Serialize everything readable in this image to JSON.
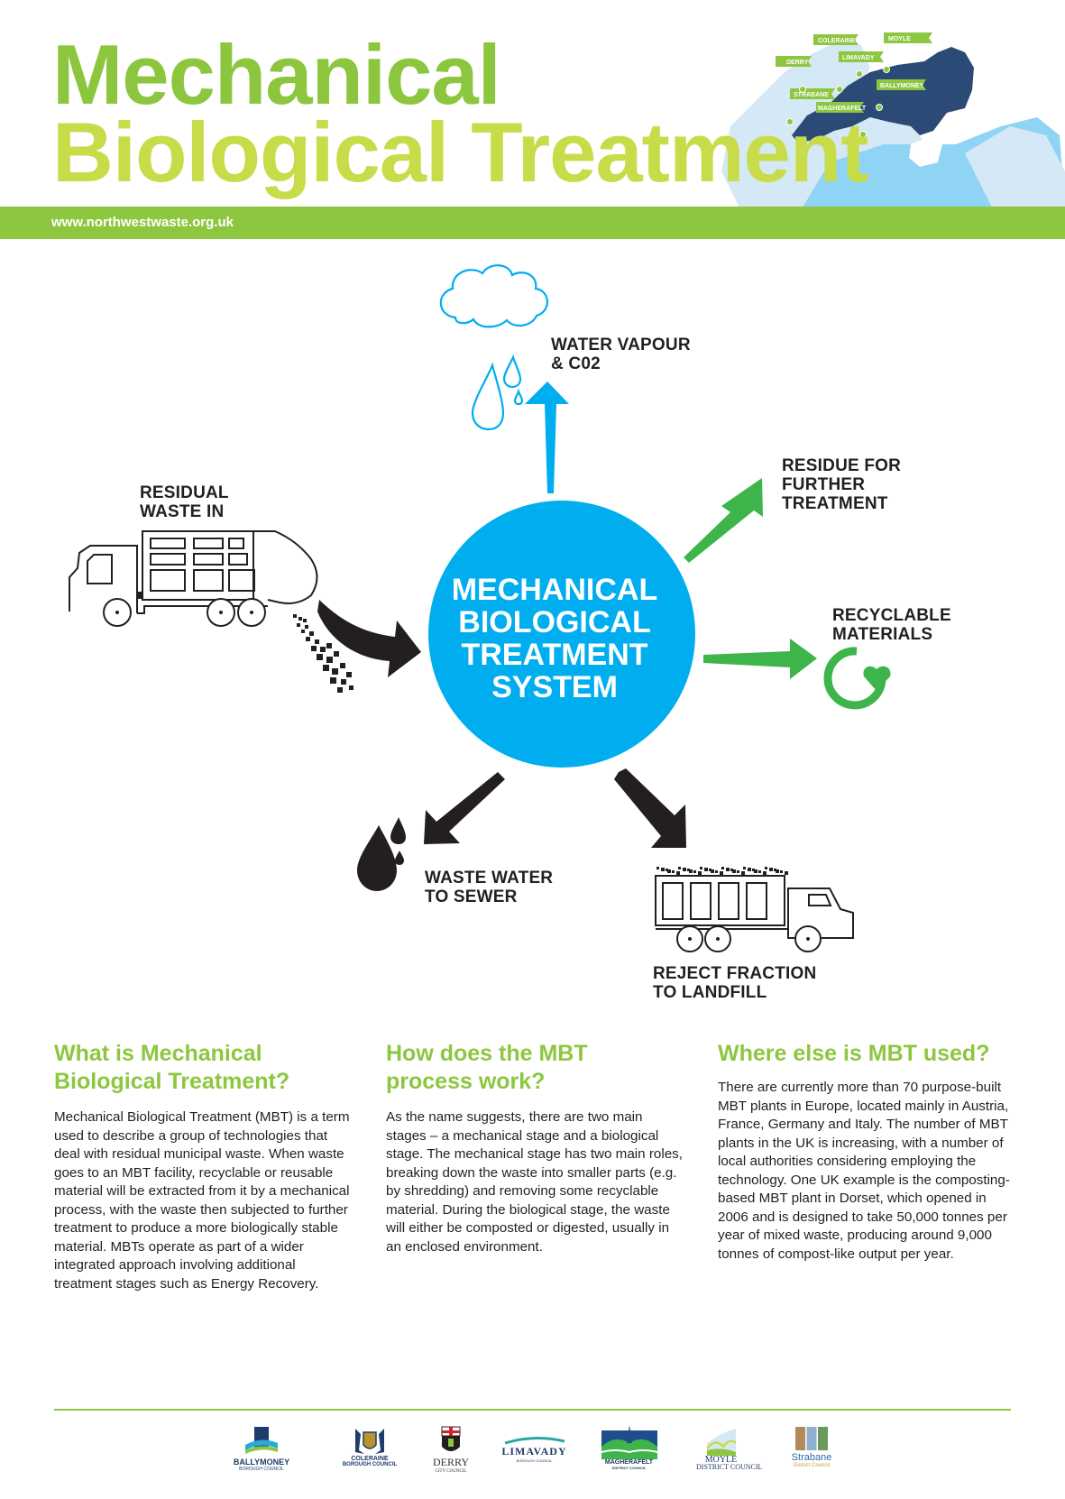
{
  "header": {
    "title_line1": "Mechanical",
    "title_line2": "Biological Treatment",
    "url": "www.northwestwaste.org.uk",
    "map_labels": [
      "COLERAINE",
      "MOYLE",
      "DERRY",
      "LIMAVADY",
      "BALLYMONEY",
      "STRABANE",
      "MAGHERAFELT"
    ]
  },
  "diagram": {
    "center": [
      "MECHANICAL",
      "BIOLOGICAL",
      "TREATMENT",
      "SYSTEM"
    ],
    "residual_in": [
      "RESIDUAL",
      "WASTE IN"
    ],
    "water_vapour": [
      "WATER VAPOUR",
      "& C02"
    ],
    "residue": [
      "RESIDUE FOR",
      "FURTHER",
      "TREATMENT"
    ],
    "recyclable": [
      "RECYCLABLE",
      "MATERIALS"
    ],
    "waste_water": [
      "WASTE WATER",
      "TO SEWER"
    ],
    "reject": [
      "REJECT FRACTION",
      "TO LANDFILL"
    ]
  },
  "colors": {
    "green_dark": "#8cc63e",
    "green_light": "#c8dc4a",
    "bar_green": "#8dc63f",
    "arrow_green": "#3db54a",
    "blue": "#00adef",
    "map_navy": "#2b4a75",
    "map_light": "#cfe6f5",
    "map_sea": "#8dd3f4"
  },
  "sections": [
    {
      "heading": [
        "What is Mechanical",
        "Biological Treatment?"
      ],
      "body": "Mechanical Biological Treatment (MBT) is a term used to describe a group of technologies that deal with residual municipal waste. When waste goes to an MBT facility, recyclable or reusable material will be extracted from it by a mechanical process, with the waste then subjected to further treatment to produce a more biologically stable material. MBTs operate as part of a wider integrated approach involving additional treatment stages such as Energy Recovery."
    },
    {
      "heading": [
        "How does the MBT",
        "process work?"
      ],
      "body": "As the name suggests, there are two main stages – a mechanical stage and a biological stage. The mechanical stage has two main roles, breaking down the waste into smaller parts (e.g. by shredding) and removing some recyclable material. During the biological stage, the waste will either be composted or digested, usually in an enclosed environment."
    },
    {
      "heading": [
        "Where else is MBT used?"
      ],
      "body": "There are currently more than 70 purpose-built MBT plants in Europe, located mainly in Austria, France, Germany and Italy. The number of MBT plants in the UK is increasing, with a number of local authorities considering employing the technology. One UK example is the composting-based MBT plant in Dorset, which opened in 2006 and is designed to take 50,000 tonnes per year of mixed waste, producing around 9,000 tonnes of compost-like output per year."
    }
  ],
  "footer": {
    "logos": [
      {
        "name": "BALLYMONEY",
        "sub": "BOROUGH COUNCIL"
      },
      {
        "name": "COLERAINE",
        "sub": "BOROUGH COUNCIL"
      },
      {
        "name": "DERRY",
        "sub": "CITY COUNCIL"
      },
      {
        "name": "LIMAVADY",
        "sub": "BOROUGH COUNCIL"
      },
      {
        "name": "MAGHERAFELT",
        "sub": "DISTRICT COUNCIL"
      },
      {
        "name": "MOYLE",
        "sub": "DISTRICT COUNCIL"
      },
      {
        "name": "Strabane",
        "sub": "District Council"
      }
    ]
  }
}
